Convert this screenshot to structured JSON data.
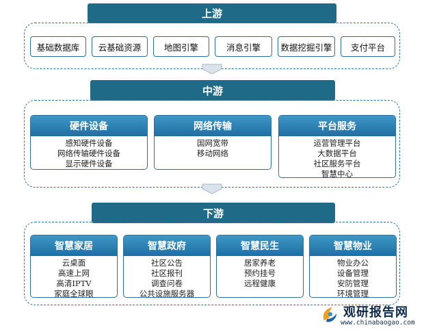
{
  "colors": {
    "header": "#1f6a86",
    "accent": "#2f6f97",
    "card_head": "#2a82b6"
  },
  "upstream": {
    "title": "上游",
    "items": [
      "基础数据库",
      "云基础资源",
      "地图引擎",
      "消息引擎",
      "数据挖掘引擎",
      "支付平台"
    ]
  },
  "midstream": {
    "title": "中游",
    "cards": [
      {
        "title": "硬件设备",
        "items": [
          "感知硬件设备",
          "网络传输硬件设备",
          "显示硬件设备"
        ]
      },
      {
        "title": "网络传输",
        "items": [
          "国网宽带",
          "移动网络"
        ]
      },
      {
        "title": "平台服务",
        "items": [
          "运营管理平台",
          "大数据平台",
          "社区服务平台",
          "智慧中心"
        ]
      }
    ]
  },
  "downstream": {
    "title": "下游",
    "cards": [
      {
        "title": "智慧家居",
        "items": [
          "云桌面",
          "高速上网",
          "高清IPTV",
          "家庭全球眼"
        ]
      },
      {
        "title": "智慧政府",
        "items": [
          "社区公告",
          "社区报刊",
          "调查问卷",
          "公共设施服务器"
        ]
      },
      {
        "title": "智慧民生",
        "items": [
          "居家养老",
          "预约挂号",
          "远程健康"
        ]
      },
      {
        "title": "智慧物业",
        "items": [
          "物业办公",
          "设备管理",
          "安防管理",
          "环境管理"
        ]
      }
    ]
  },
  "watermark": {
    "name": "观研报告网",
    "url": "www.chinabaogao.com"
  }
}
